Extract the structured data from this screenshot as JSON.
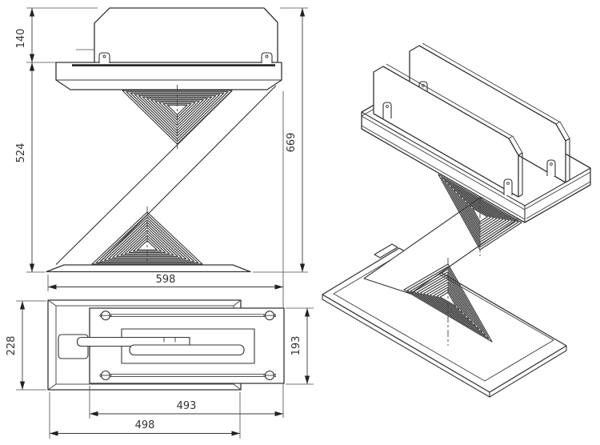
{
  "page": {
    "background": "#ffffff"
  },
  "drawing": {
    "stroke_color": "#333333",
    "dim_color": "#3a3a3a",
    "views": {
      "front": {
        "label": "front-view",
        "dims": [
          {
            "id": "panel_height",
            "value": "140"
          },
          {
            "id": "body_height",
            "value": "524"
          },
          {
            "id": "overall_height",
            "value": "669"
          },
          {
            "id": "overall_width",
            "value": "598"
          }
        ]
      },
      "top": {
        "label": "top-view",
        "dims": [
          {
            "id": "base_depth",
            "value": "228"
          },
          {
            "id": "plate_depth",
            "value": "193"
          },
          {
            "id": "plate_length",
            "value": "493"
          },
          {
            "id": "base_length",
            "value": "498"
          }
        ]
      },
      "isometric": {
        "label": "isometric-view"
      }
    }
  }
}
